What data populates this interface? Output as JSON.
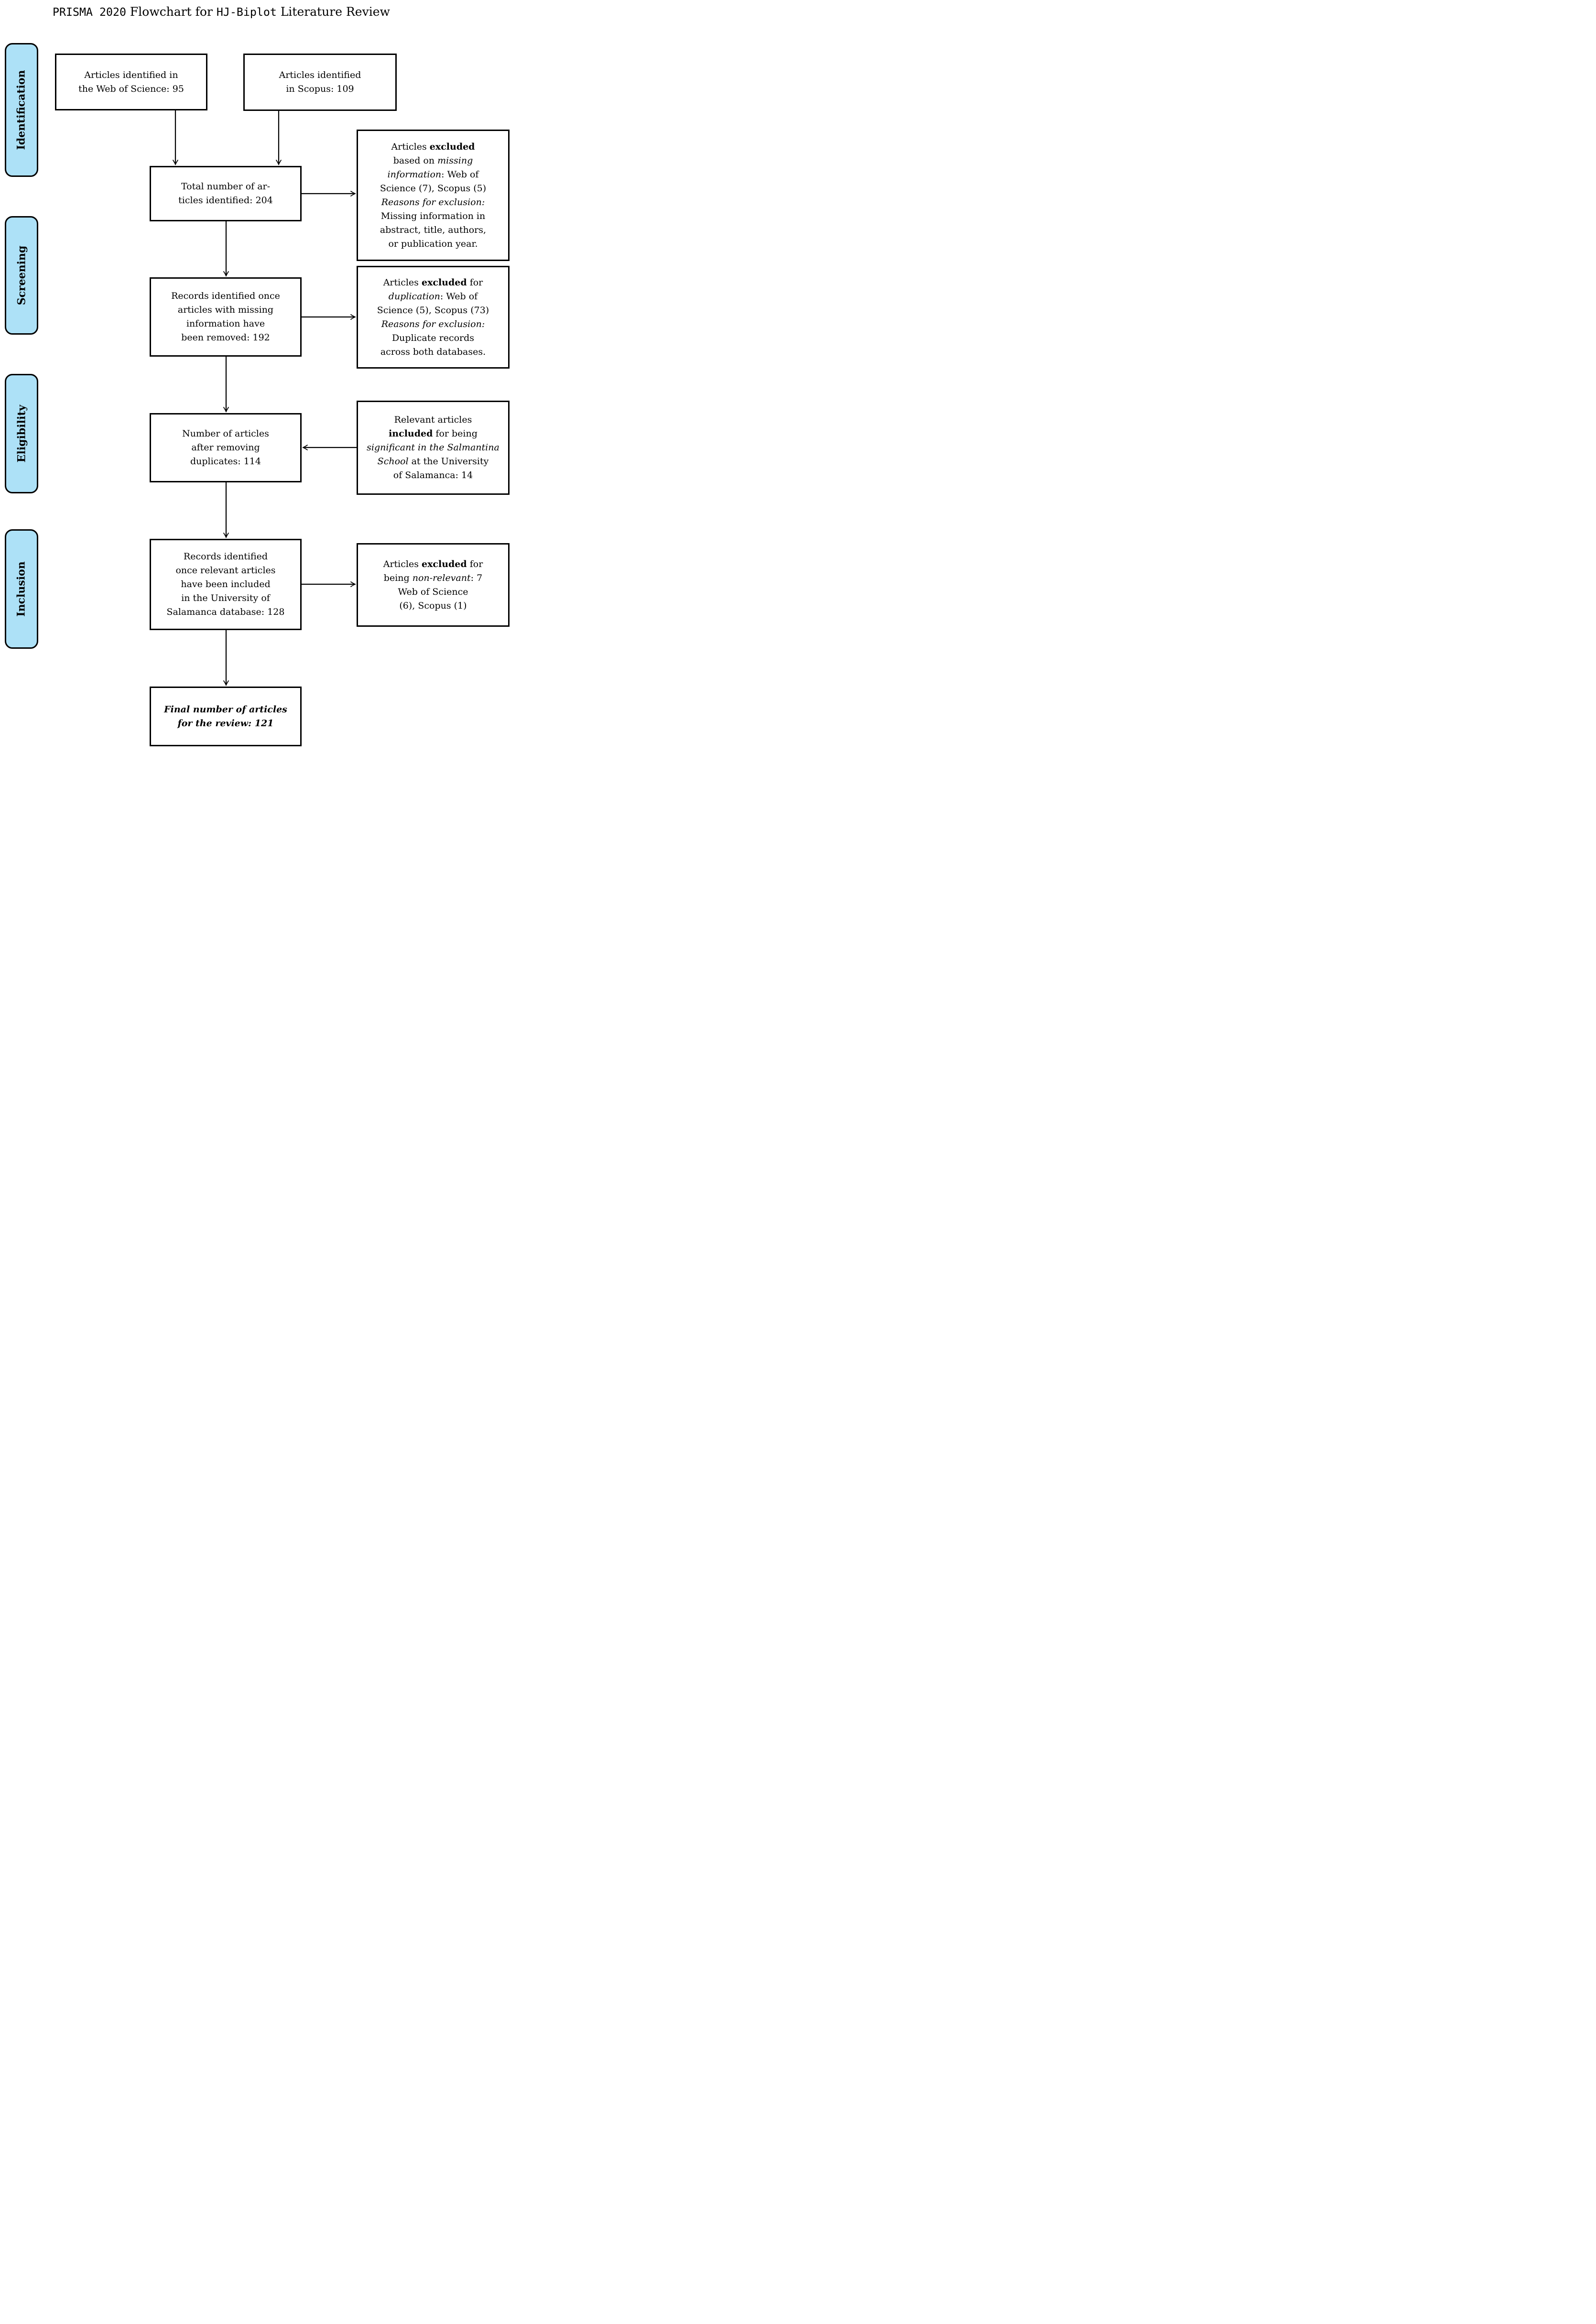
{
  "title": {
    "lines": [
      [
        {
          "t": "PRISMA 2020",
          "f": "mono"
        },
        {
          "t": " Flowchart for "
        },
        {
          "t": "HJ-Biplot",
          "f": "mono"
        },
        {
          "t": " Literature Review"
        }
      ]
    ]
  },
  "colors": {
    "sidebar_fill": "#ADE1F7",
    "line_color": "#000000",
    "background": "#FFFFFF"
  },
  "sidebar": {
    "labels": [
      {
        "text": "Identification"
      },
      {
        "text": "Screening"
      },
      {
        "text": "Eligibility"
      },
      {
        "text": "Inclusion"
      }
    ]
  },
  "nodes": {
    "wos": {
      "count": 95,
      "lines": [
        [
          {
            "t": "Articles identified in"
          }
        ],
        [
          {
            "t": "the Web of Science: 95"
          }
        ]
      ]
    },
    "scopus": {
      "count": 109,
      "lines": [
        [
          {
            "t": "Articles identified"
          }
        ],
        [
          {
            "t": "in Scopus: 109"
          }
        ]
      ]
    },
    "total": {
      "count": 204,
      "lines": [
        [
          {
            "t": "Total number of ar-"
          }
        ],
        [
          {
            "t": "ticles identified: 204"
          }
        ]
      ]
    },
    "excluded_missing": {
      "web_of_science": 7,
      "scopus": 5,
      "lines": [
        [
          {
            "t": "Articles "
          },
          {
            "t": "excluded",
            "s": "b"
          }
        ],
        [
          {
            "t": "based on "
          },
          {
            "t": "missing",
            "s": "i"
          }
        ],
        [
          {
            "t": "information",
            "s": "i"
          },
          {
            "t": ": Web of"
          }
        ],
        [
          {
            "t": "Science (7), Scopus (5)"
          }
        ],
        [
          {
            "t": "Reasons for exclusion:",
            "s": "i"
          }
        ],
        [
          {
            "t": "Missing information in"
          }
        ],
        [
          {
            "t": "abstract, title, authors,"
          }
        ],
        [
          {
            "t": "or publication year."
          }
        ]
      ]
    },
    "records_after_missing_removed": {
      "count": 192,
      "lines": [
        [
          {
            "t": "Records identified once"
          }
        ],
        [
          {
            "t": "articles with missing"
          }
        ],
        [
          {
            "t": "information have"
          }
        ],
        [
          {
            "t": "been removed: 192"
          }
        ]
      ]
    },
    "excluded_duplication": {
      "web_of_science": 5,
      "scopus": 73,
      "lines": [
        [
          {
            "t": "Articles "
          },
          {
            "t": "excluded",
            "s": "b"
          },
          {
            "t": " for"
          }
        ],
        [
          {
            "t": "duplication",
            "s": "i"
          },
          {
            "t": ": Web of"
          }
        ],
        [
          {
            "t": "Science (5), Scopus (73)"
          }
        ],
        [
          {
            "t": "Reasons for exclusion:",
            "s": "i"
          }
        ],
        [
          {
            "t": "Duplicate records"
          }
        ],
        [
          {
            "t": "across both databases."
          }
        ]
      ]
    },
    "after_removing_duplicates": {
      "count": 114,
      "lines": [
        [
          {
            "t": "Number of articles"
          }
        ],
        [
          {
            "t": "after removing"
          }
        ],
        [
          {
            "t": "duplicates: 114"
          }
        ]
      ]
    },
    "included_salmantina": {
      "count": 14,
      "lines": [
        [
          {
            "t": "Relevant articles"
          }
        ],
        [
          {
            "t": "included",
            "s": "b"
          },
          {
            "t": " for being"
          }
        ],
        [
          {
            "t": "significant in the Salmantina",
            "s": "i"
          }
        ],
        [
          {
            "t": "School",
            "s": "i"
          },
          {
            "t": " at the University"
          }
        ],
        [
          {
            "t": "of Salamanca: 14"
          }
        ]
      ]
    },
    "records_with_salamanca": {
      "count": 128,
      "lines": [
        [
          {
            "t": "Records identified"
          }
        ],
        [
          {
            "t": "once relevant articles"
          }
        ],
        [
          {
            "t": "have been included"
          }
        ],
        [
          {
            "t": "in the University of"
          }
        ],
        [
          {
            "t": "Salamanca database: 128"
          }
        ]
      ]
    },
    "excluded_nonrelevant": {
      "count": 7,
      "web_of_science": 6,
      "scopus": 1,
      "lines": [
        [
          {
            "t": "Articles "
          },
          {
            "t": "excluded",
            "s": "b"
          },
          {
            "t": " for"
          }
        ],
        [
          {
            "t": "being "
          },
          {
            "t": "non-relevant",
            "s": "i"
          },
          {
            "t": ": 7"
          }
        ],
        [
          {
            "t": "Web of Science"
          }
        ],
        [
          {
            "t": "(6), Scopus (1)"
          }
        ]
      ]
    },
    "final": {
      "count": 121,
      "lines": [
        [
          {
            "t": "Final number of articles",
            "s": "bi"
          }
        ],
        [
          {
            "t": "for the review: 121",
            "s": "bi"
          }
        ]
      ]
    }
  }
}
